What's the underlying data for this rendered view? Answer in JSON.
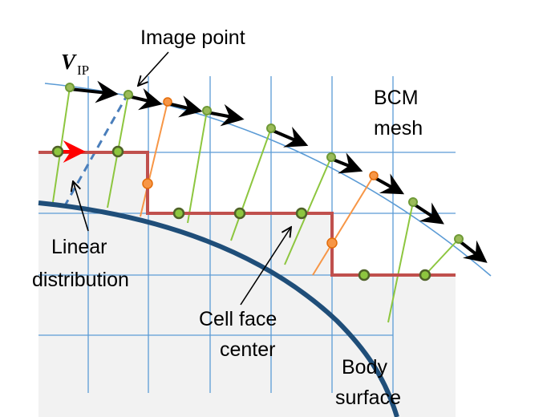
{
  "labels": {
    "vip_main": "V",
    "vip_sub": "IP",
    "image_point": "Image point",
    "bcm_line1": "BCM",
    "bcm_line2": "mesh",
    "linear_line1": "Linear",
    "linear_line2": "distribution",
    "cell_face_line1": "Cell face",
    "cell_face_line2": "center",
    "body_line1": "Body",
    "body_line2": "surface"
  },
  "colors": {
    "grid": "#5b9bd5",
    "shaded_region": "#f2f2f2",
    "body_surface": "#1f4e79",
    "cell_boundary": "#c0504d",
    "green_line": "#8dc63f",
    "green_dot": "#7ab648",
    "orange": "#f79646",
    "arrow_black": "#000000",
    "arrow_red": "#ff0000",
    "dashed": "#4a7ebb"
  }
}
